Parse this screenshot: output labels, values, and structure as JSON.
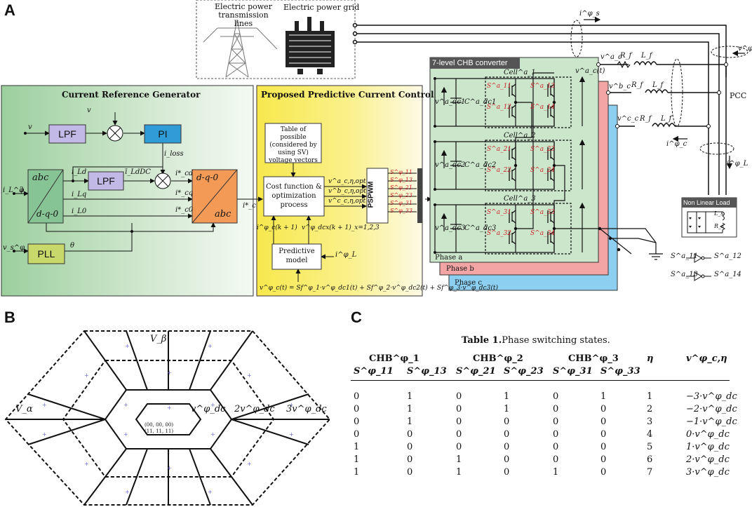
{
  "panels": {
    "a": "A",
    "b": "B",
    "c": "C"
  },
  "grid_inset": {
    "lines_label": "Electric power transmission lines",
    "grid_label": "Electric power grid"
  },
  "crg": {
    "title": "Current Reference Generator",
    "lpf1": "LPF",
    "pi": "PI",
    "lpf2": "LPF",
    "pll": "PLL",
    "abc_top": "abc",
    "dq0_bottom": "d-q-0",
    "dq0_top": "d-q-0",
    "abc_bottom": "abc",
    "vdc": "v",
    "vdc_ref": "v",
    "i_loss": "i_loss",
    "i_Ld": "i_Ld",
    "i_Lq": "i_Lq",
    "i_L0": "i_L0",
    "i_LdDC": "ī_LdDC",
    "i_cd": "i*_cd",
    "i_cq": "i*_cq",
    "i_c0": "i*_c0",
    "theta": "θ",
    "iL_in": "i_L^φ",
    "vs_in": "v_s^φ",
    "three": "3"
  },
  "ppc": {
    "title": "Proposed Predictive Current Control",
    "table_text": [
      "Table of possible",
      "(considered by",
      "using SV)",
      "voltage vectors"
    ],
    "cost_text": [
      "Cost function &",
      "optimization",
      "process"
    ],
    "pred_text": [
      "Predictive",
      "model"
    ],
    "pspwm": "PSPWM",
    "va_opt": "v^a_c,η,opt",
    "vb_opt": "v^b_c,η,opt",
    "vc_opt": "v^c_c,η,opt",
    "ic_next": "i^φ_c(k + 1)",
    "vdcx_next": "v^φ_dcx(k + 1)_x=1,2,3",
    "iL": "i^φ_L",
    "equation": "v^φ_c(t) = Sf^φ_1·v^φ_dc1(t) + Sf^φ_2·v^φ_dc2(t) + Sf^φ_3·v^φ_dc3(t)",
    "ic_star": "i*_c",
    "switch_labels": [
      "S^φ_11",
      "S^φ_13",
      "S^φ_21",
      "S^φ_23",
      "S^φ_31",
      "S^φ_33"
    ]
  },
  "converter": {
    "title": "7-level CHB converter",
    "cell1": "Cell^a_1",
    "cell2": "Cell^a_2",
    "cell3": "Cell^a_3",
    "vdc1": "v^a_dc1",
    "vdc2": "v^a_dc2",
    "vdc3": "v^a_dc3",
    "cdc1": "C^a_dc1",
    "cdc2": "C^a_dc2",
    "cdc3": "C^a_dc3",
    "phase_a": "Phase a",
    "phase_b": "Phase b",
    "phase_c": "Phase c",
    "vc_t": "v^a_c(t)",
    "cell1_sw": [
      "S^a_11",
      "S^a_13",
      "S^a_12",
      "S^a_14"
    ],
    "cell2_sw": [
      "S^a_21",
      "S^a_23",
      "S^a_22",
      "S^a_24"
    ],
    "cell3_sw": [
      "S^a_31",
      "S^a_33",
      "S^a_32",
      "S^a_34"
    ]
  },
  "right_side": {
    "is": "i^φ_s",
    "vs": "v^φ_s",
    "ic": "i^φ_c",
    "iL": "i^φ_L",
    "pcc": "PCC",
    "va": "v^a_c",
    "vb": "v^b_c",
    "vc": "v^c_c",
    "Rf": "R_f",
    "Lf": "L_f",
    "nonlinear_load": "Non Linear Load",
    "Ls": "L_s",
    "Rs": "R_s",
    "s11": "S^a_11",
    "s12": "S^a_12",
    "s13": "S^a_13",
    "s14": "S^a_14"
  },
  "hexagon": {
    "v_beta": "V_β",
    "v_alpha": "V_α",
    "v1": "v^φ_dc",
    "v2": "2v^φ_dc",
    "v3": "3v^φ_dc",
    "center_1": "(00, 00, 00)",
    "center_2": "(11, 11, 11)"
  },
  "table": {
    "caption_bold": "Table 1.",
    "caption_rest": "Phase switching states.",
    "group_headers": [
      "CHB^φ_1",
      "CHB^φ_2",
      "CHB^φ_3"
    ],
    "columns": [
      "S^φ_11",
      "S^φ_13",
      "S^φ_21",
      "S^φ_23",
      "S^φ_31",
      "S^φ_33",
      "η",
      "v^φ_c,η"
    ],
    "rows": [
      [
        "0",
        "1",
        "0",
        "1",
        "0",
        "1",
        "1",
        "−3·v^φ_dc"
      ],
      [
        "0",
        "1",
        "0",
        "1",
        "0",
        "0",
        "2",
        "−2·v^φ_dc"
      ],
      [
        "0",
        "1",
        "0",
        "0",
        "0",
        "0",
        "3",
        "−1·v^φ_dc"
      ],
      [
        "0",
        "0",
        "0",
        "0",
        "0",
        "0",
        "4",
        "0·v^φ_dc"
      ],
      [
        "1",
        "0",
        "0",
        "0",
        "0",
        "0",
        "5",
        "1·v^φ_dc"
      ],
      [
        "1",
        "0",
        "1",
        "0",
        "0",
        "0",
        "6",
        "2·v^φ_dc"
      ],
      [
        "1",
        "0",
        "1",
        "0",
        "1",
        "0",
        "7",
        "3·v^φ_dc"
      ]
    ]
  },
  "colors": {
    "crg_bg": "#cfe3cc",
    "ppc_bg": "#f7e85a",
    "lpf": "#c3b9e6",
    "pi": "#2f9bd7",
    "abc_dq0": "#86c496",
    "dq0_abc": "#f39a57",
    "pll": "#c8d86a",
    "phase_a": "#cce6cc",
    "phase_b": "#f3a5a5",
    "phase_c": "#8dcff1",
    "switch_red": "#d0232a"
  }
}
